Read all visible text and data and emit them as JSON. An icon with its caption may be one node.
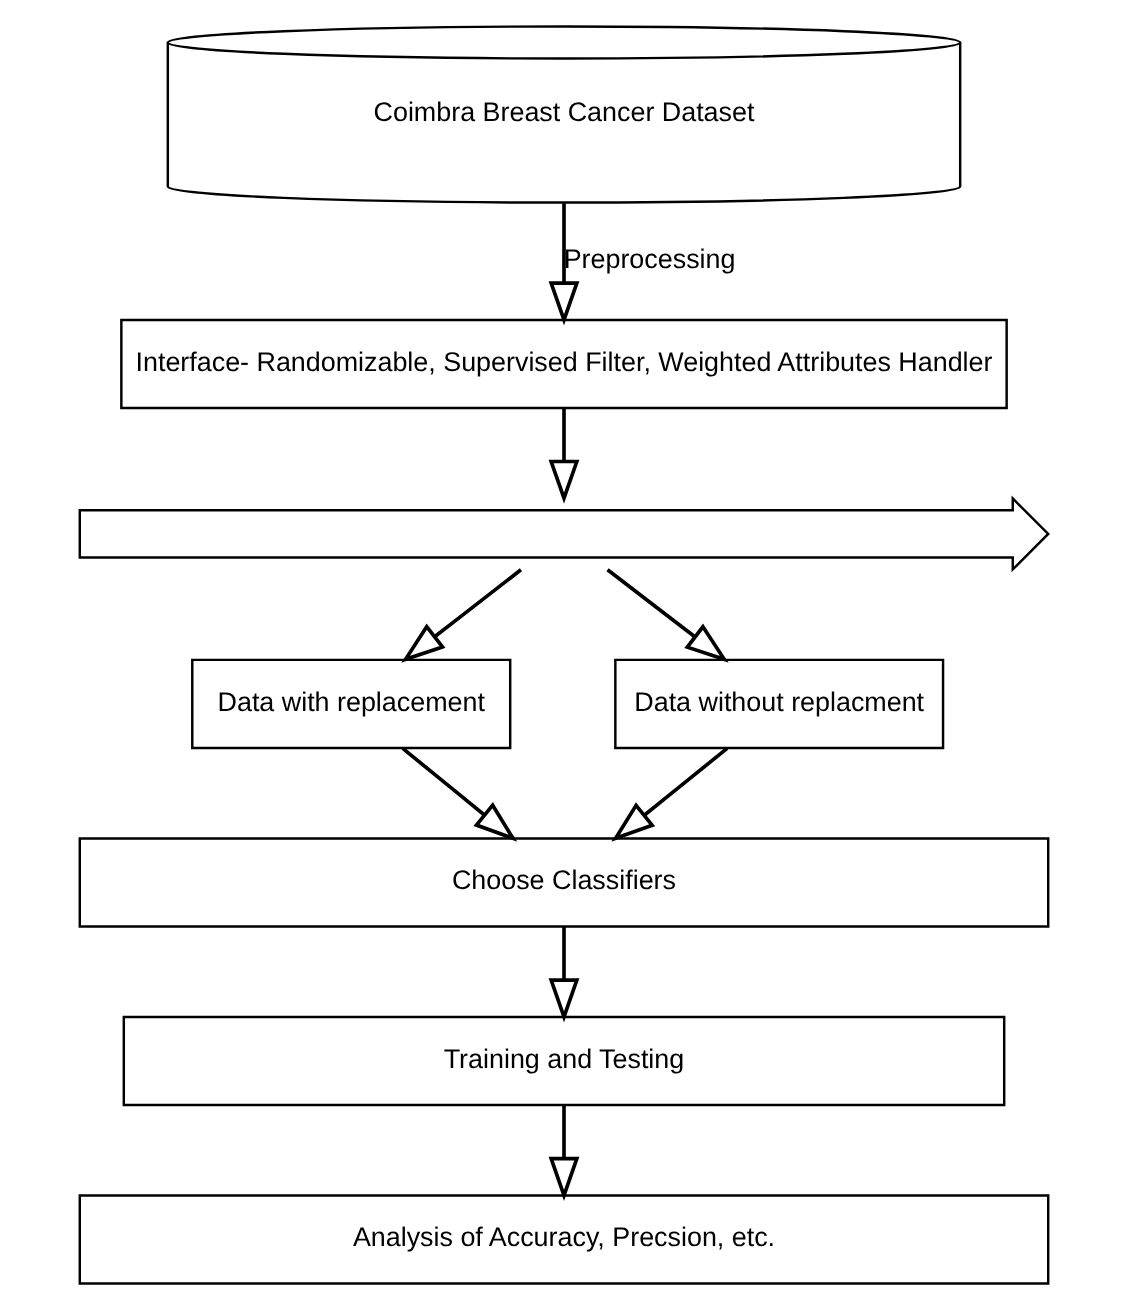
{
  "diagram": {
    "nodes": [
      {
        "text": [
          "Coimbra Breast Cancer Dataset"
        ]
      },
      {
        "text": [
          "Interface- Randomizable, Supervised Filter, Weighted Attributes Handler"
        ]
      },
      {
        "text": [],
        "shape": "arrow"
      },
      {
        "text": [
          "Data with replacement"
        ]
      },
      {
        "text": [
          "Data without replacment"
        ]
      },
      {
        "text": [
          "Choose Classifiers"
        ]
      },
      {
        "text": [
          "Training and Testing"
        ]
      },
      {
        "text": [
          "Analysis of Accuracy, Precsion, etc."
        ]
      }
    ],
    "edges": [
      {
        "from": 0,
        "to": 1,
        "arrow": "to",
        "label": "Preprocessing"
      },
      {
        "from": 1,
        "to": 2,
        "arrow": "to"
      },
      {
        "from": 2,
        "to": 3,
        "arrow": "to"
      },
      {
        "from": 2,
        "to": 4,
        "arrow": "to"
      },
      {
        "from": 3,
        "to": 5,
        "arrow": "to"
      },
      {
        "from": 4,
        "to": 5,
        "arrow": "to"
      },
      {
        "from": 5,
        "to": 6,
        "arrow": "to"
      },
      {
        "from": 6,
        "to": 7,
        "arrow": "to"
      }
    ]
  }
}
